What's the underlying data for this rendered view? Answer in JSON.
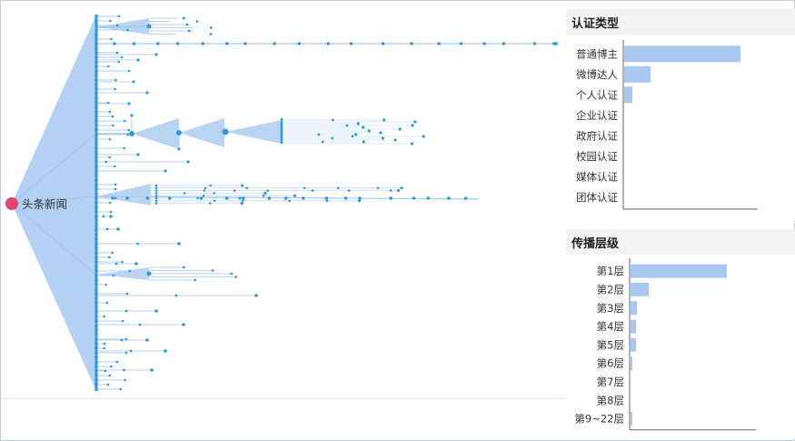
{
  "colors": {
    "accent": "#2f9bd6",
    "edge": "#a7c8f0",
    "bar": "#a8c8f2",
    "root": "#e8436c",
    "axis": "#666666"
  },
  "chart_data": [
    {
      "type": "tree",
      "root": "头条新闻",
      "levels_shown": 22
    },
    {
      "type": "bar",
      "orientation": "horizontal",
      "title": "认证类型",
      "categories": [
        "普通博主",
        "微博达人",
        "个人认证",
        "企业认证",
        "政府认证",
        "校园认证",
        "媒体认证",
        "团体认证"
      ],
      "values": [
        128,
        29,
        9,
        0,
        0,
        0,
        0,
        0
      ],
      "xlim": [
        0,
        150
      ]
    },
    {
      "type": "bar",
      "orientation": "horizontal",
      "title": "传播层级",
      "categories": [
        "第1层",
        "第2层",
        "第3层",
        "第4层",
        "第5层",
        "第6层",
        "第7层",
        "第8层",
        "第9~22层"
      ],
      "values": [
        106,
        20,
        7,
        6,
        6,
        2,
        0,
        0,
        2
      ],
      "xlim": [
        0,
        140
      ]
    }
  ]
}
